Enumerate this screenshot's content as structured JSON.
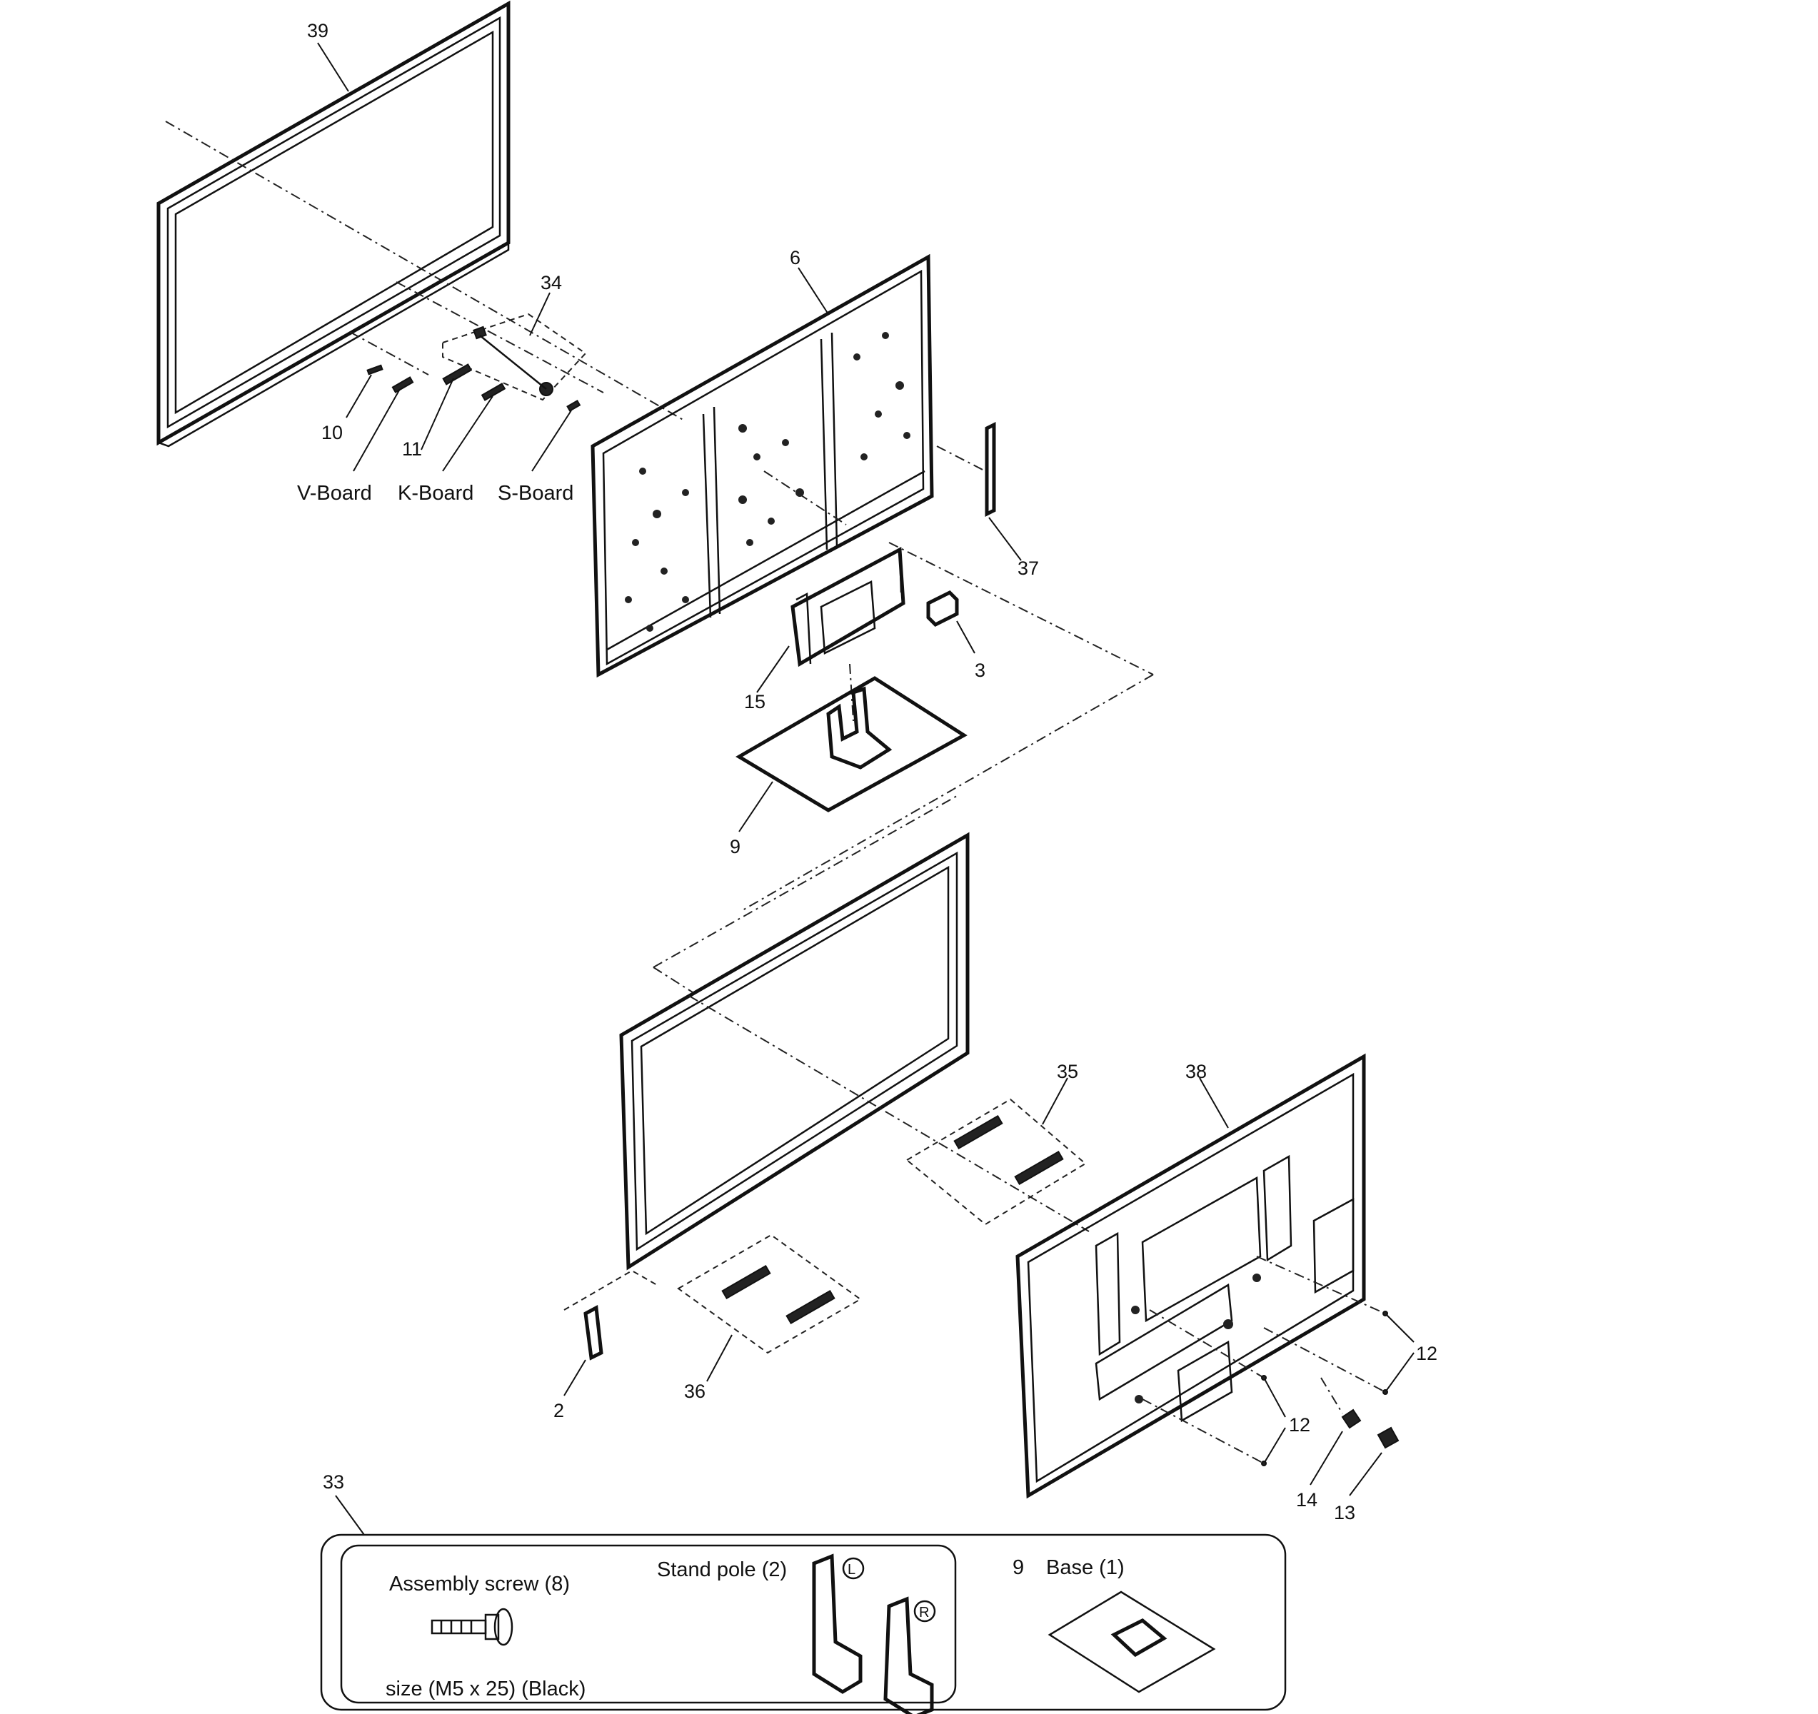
{
  "callouts": {
    "c39": "39",
    "c34": "34",
    "c6": "6",
    "c10": "10",
    "c11": "11",
    "c37": "37",
    "c3": "3",
    "c15": "15",
    "c9": "9",
    "c35": "35",
    "c38": "38",
    "c12a": "12",
    "c12b": "12",
    "c2": "2",
    "c36": "36",
    "c14": "14",
    "c13": "13",
    "c33": "33"
  },
  "boards": {
    "v_board": "V-Board",
    "k_board": "K-Board",
    "s_board": "S-Board"
  },
  "accessories": {
    "screw_title": "Assembly screw (8)",
    "screw_size": "size (M5 x 25) (Black)",
    "stand_pole": "Stand pole (2)",
    "left_mark": "L",
    "right_mark": "R",
    "base_number": "9",
    "base_label": "Base (1)"
  }
}
